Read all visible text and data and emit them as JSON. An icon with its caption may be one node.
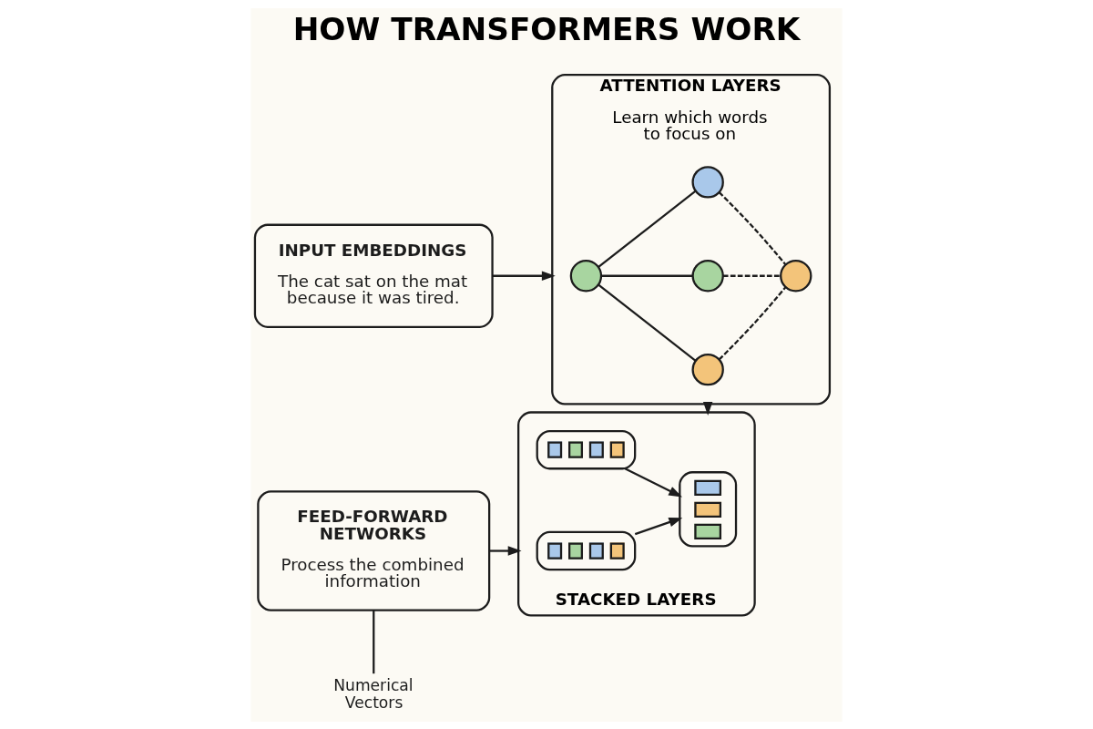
{
  "diagram": {
    "title": "HOW TRANSFORMERS WORK",
    "nodes": [
      {
        "text": [
          "INPUT EMBEDDINGS",
          "The cat sat on the mat because it was tired."
        ]
      },
      {
        "text": [
          "ATTENTION LAYERS",
          "Learn which words to focus on"
        ]
      },
      {
        "text": [],
        "shape": "circle",
        "in": 1
      },
      {
        "text": [],
        "shape": "circle",
        "in": 1
      },
      {
        "text": [],
        "shape": "circle",
        "in": 1
      },
      {
        "text": [],
        "shape": "circle",
        "in": 1
      },
      {
        "text": [],
        "shape": "circle",
        "in": 1
      },
      {
        "text": [
          "Numerical Vectors"
        ]
      },
      {
        "text": [
          "FEED-FORWARD NETWORKS",
          "Process the combined information"
        ]
      },
      {
        "text": [
          "STACKED LAYERS"
        ]
      },
      {
        "text": [],
        "shape": "bar",
        "in": 9
      },
      {
        "text": [],
        "shape": "bar",
        "in": 9
      },
      {
        "text": [],
        "shape": "bar",
        "in": 9
      }
    ],
    "edges": [
      {
        "from": 0,
        "to": 1,
        "arrow": "to"
      },
      {
        "from": 2,
        "to": 3,
        "arrow": "none"
      },
      {
        "from": 2,
        "to": 4,
        "arrow": "none"
      },
      {
        "from": 2,
        "to": 5,
        "arrow": "none"
      },
      {
        "from": 3,
        "to": 6,
        "arrow": "none",
        "style": "dashed"
      },
      {
        "from": 4,
        "to": 6,
        "arrow": "none",
        "style": "dashed"
      },
      {
        "from": 5,
        "to": 6,
        "arrow": "none",
        "style": "dashed"
      },
      {
        "from": 1,
        "to": 9,
        "arrow": "to"
      },
      {
        "from": 7,
        "to": 8,
        "arrow": "none"
      },
      {
        "from": 8,
        "to": 9,
        "arrow": "to"
      },
      {
        "from": 10,
        "to": 12,
        "arrow": "to"
      },
      {
        "from": 11,
        "to": 12,
        "arrow": "to"
      }
    ]
  }
}
